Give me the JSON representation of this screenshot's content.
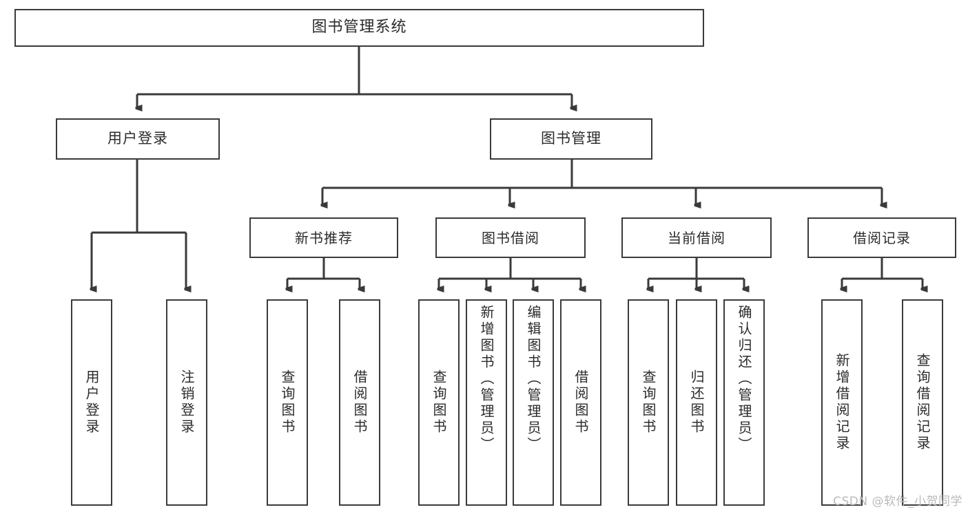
{
  "diagram": {
    "type": "tree",
    "title": "图书管理系统",
    "colors": {
      "background": "#ffffff",
      "box_border": "#3a3a3a",
      "connector": "#3a3a3a",
      "text": "#2b2b2b",
      "watermark": "#b9b9b9"
    },
    "root": {
      "label": "图书管理系统"
    },
    "level2": [
      {
        "label": "用户登录"
      },
      {
        "label": "图书管理"
      }
    ],
    "level3": [
      {
        "label": "新书推荐"
      },
      {
        "label": "图书借阅"
      },
      {
        "label": "当前借阅"
      },
      {
        "label": "借阅记录"
      }
    ],
    "leaves": {
      "user_login": [
        {
          "label": "用户登录"
        },
        {
          "label": "注销登录"
        }
      ],
      "new_book_recommend": [
        {
          "label": "查询图书"
        },
        {
          "label": "借阅图书"
        }
      ],
      "book_borrow": [
        {
          "label": "查询图书"
        },
        {
          "label": "新增图书（管理员）"
        },
        {
          "label": "编辑图书（管理员）"
        },
        {
          "label": "借阅图书"
        }
      ],
      "current_borrow": [
        {
          "label": "查询图书"
        },
        {
          "label": "归还图书"
        },
        {
          "label": "确认归还（管理员）"
        }
      ],
      "borrow_record": [
        {
          "label": "新增借阅记录"
        },
        {
          "label": "查询借阅记录"
        }
      ]
    }
  },
  "watermark": {
    "text": "CSDN @软件_小贺同学"
  }
}
